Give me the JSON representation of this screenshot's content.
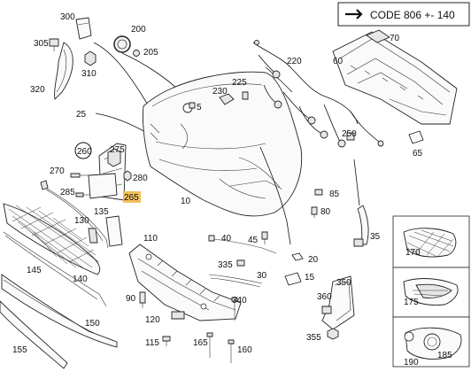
{
  "code_box": {
    "text": "CODE 806 +- 140"
  },
  "callouts": {
    "c300": "300",
    "c305": "305",
    "c310": "310",
    "c320": "320",
    "c25": "25",
    "c200": "200",
    "c205": "205",
    "c5": "5",
    "c10": "10",
    "c230": "230",
    "c225": "225",
    "c220": "220",
    "c250": "250",
    "c70": "70",
    "c60": "60",
    "c65": "65",
    "c260": "260",
    "c270": "270",
    "c275": "275",
    "c280": "280",
    "c285": "285",
    "c265": "265",
    "c130": "130",
    "c135": "135",
    "c140": "140",
    "c145": "145",
    "c150": "150",
    "c155": "155",
    "c110": "110",
    "c90": "90",
    "c120": "120",
    "c115": "115",
    "c165": "165",
    "c160": "160",
    "c40": "40",
    "c45": "45",
    "c335": "335",
    "c30": "30",
    "c340": "340",
    "c20": "20",
    "c15": "15",
    "c85": "85",
    "c80": "80",
    "c35": "35",
    "c350": "350",
    "c360": "360",
    "c355": "355",
    "c170": "170",
    "c175": "175",
    "c185": "185",
    "c190": "190"
  },
  "highlight_color": "#f2c05a"
}
